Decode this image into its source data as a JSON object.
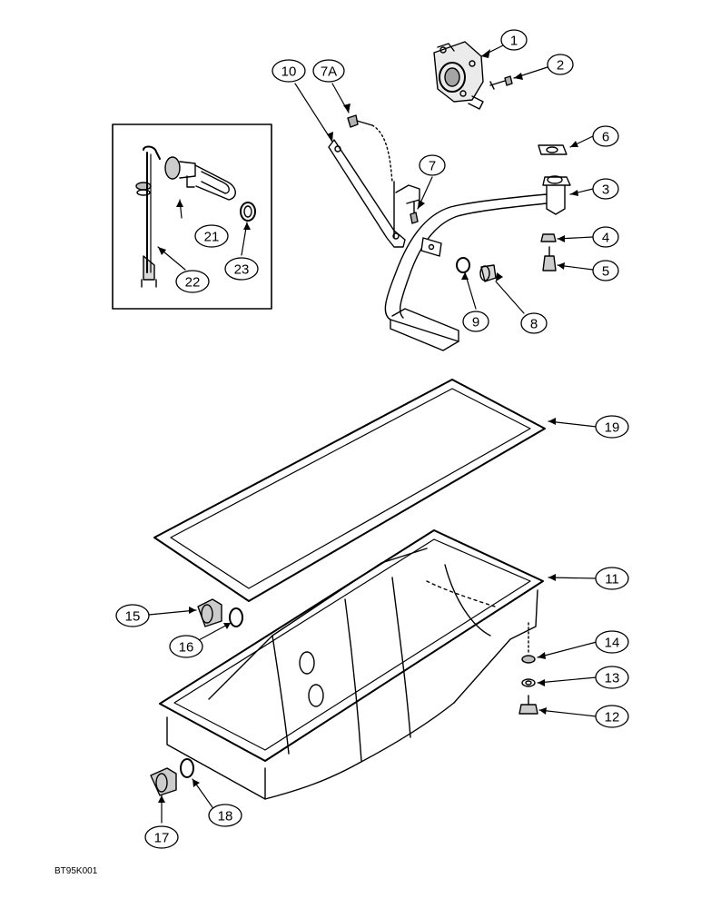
{
  "diagram": {
    "callouts": {
      "c1": "1",
      "c2": "2",
      "c3": "3",
      "c4": "4",
      "c5": "5",
      "c6": "6",
      "c7": "7",
      "c7a": "7A",
      "c8": "8",
      "c9": "9",
      "c10": "10",
      "c11": "11",
      "c12": "12",
      "c13": "13",
      "c14": "14",
      "c15": "15",
      "c16": "16",
      "c17": "17",
      "c18": "18",
      "c19": "19",
      "c21": "21",
      "c22": "22",
      "c23": "23"
    },
    "document_code": "BT95K001",
    "colors": {
      "ink": "#000000",
      "paper": "#ffffff"
    }
  }
}
